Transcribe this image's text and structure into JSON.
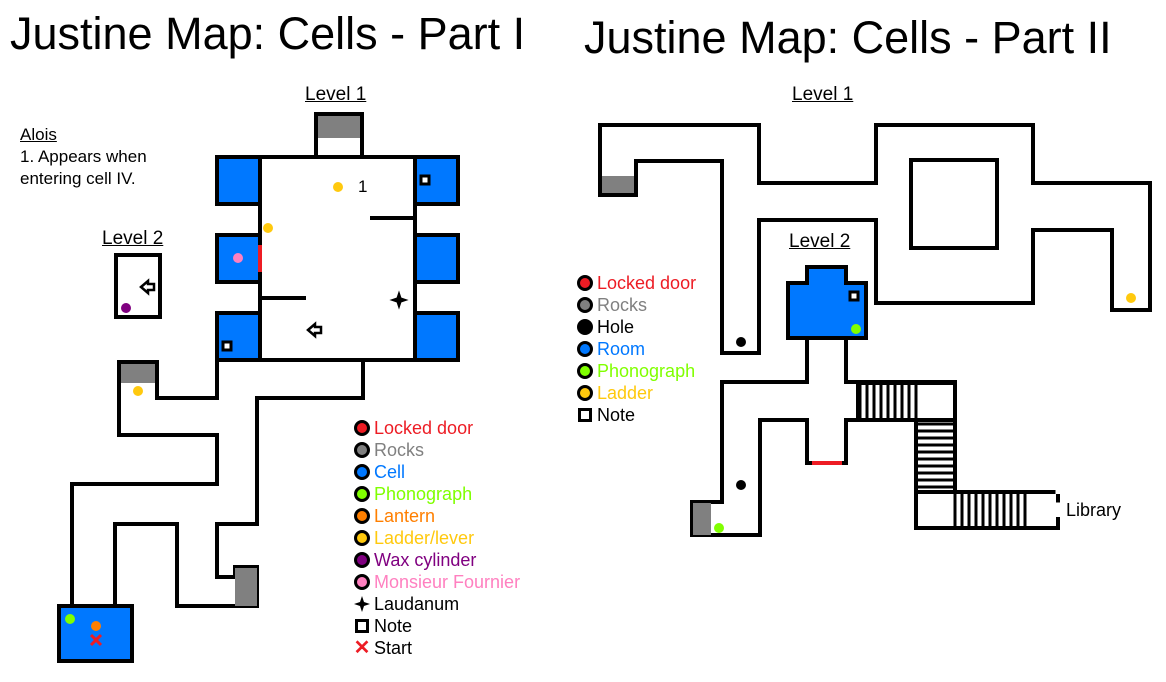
{
  "part1": {
    "title": "Justine Map: Cells - Part I",
    "level1_label": "Level 1",
    "level2_label": "Level 2",
    "note_heading": "Alois",
    "note_lines": [
      "1. Appears when",
      "entering cell IV."
    ],
    "marker_label": "1",
    "legend": [
      {
        "label": "Locked door",
        "color": "#ed1c24",
        "symbol": "dot"
      },
      {
        "label": "Rocks",
        "color": "#808080",
        "symbol": "dot"
      },
      {
        "label": "Cell",
        "color": "#0078ff",
        "symbol": "dot"
      },
      {
        "label": "Phonograph",
        "color": "#80ff00",
        "symbol": "dot"
      },
      {
        "label": "Lantern",
        "color": "#ff7f00",
        "symbol": "dot"
      },
      {
        "label": "Ladder/lever",
        "color": "#ffc90e",
        "symbol": "dot"
      },
      {
        "label": "Wax cylinder",
        "color": "#800080",
        "symbol": "dot"
      },
      {
        "label": "Monsieur Fournier",
        "color": "#ff80c0",
        "symbol": "dot"
      },
      {
        "label": "Laudanum",
        "color": "#000000",
        "symbol": "star"
      },
      {
        "label": "Note",
        "color": "#000000",
        "symbol": "square"
      },
      {
        "label": "Start",
        "color": "#000000",
        "symbol": "x"
      }
    ]
  },
  "part2": {
    "title": "Justine Map: Cells - Part II",
    "level1_label": "Level 1",
    "level2_label": "Level 2",
    "exit_label": "Library",
    "legend": [
      {
        "label": "Locked door",
        "color": "#ed1c24",
        "symbol": "dot"
      },
      {
        "label": "Rocks",
        "color": "#808080",
        "symbol": "dot"
      },
      {
        "label": "Hole",
        "color": "#000000",
        "symbol": "solid"
      },
      {
        "label": "Room",
        "color": "#0078ff",
        "symbol": "dot"
      },
      {
        "label": "Phonograph",
        "color": "#80ff00",
        "symbol": "dot"
      },
      {
        "label": "Ladder",
        "color": "#ffc90e",
        "symbol": "dot"
      },
      {
        "label": "Note",
        "color": "#000000",
        "symbol": "square"
      }
    ]
  },
  "colors": {
    "cell": "#0078ff",
    "rocks": "#808080",
    "locked": "#ed1c24",
    "ladder": "#ffc90e",
    "phonograph": "#80ff00",
    "lantern": "#ff7f00",
    "wax": "#800080",
    "fournier": "#ff80c0",
    "hole": "#000000"
  }
}
